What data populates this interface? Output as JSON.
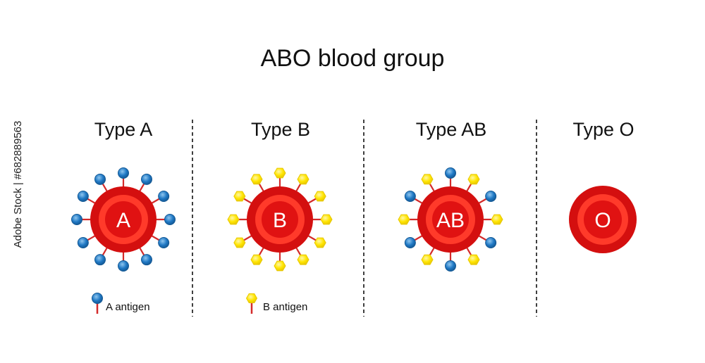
{
  "title": "ABO blood group",
  "watermark": "Adobe Stock | #682889563",
  "colors": {
    "cell_outer": "#d40f0f",
    "cell_ring": "#ff3a2a",
    "cell_center": "#e01212",
    "stalk": "#d42a2a",
    "antigen_a": "#1f78c4",
    "antigen_a_light": "#8fc6ef",
    "antigen_b": "#ffe500",
    "antigen_b_light": "#fff7a6",
    "divider": "#111111"
  },
  "groups": [
    {
      "id": "a",
      "label": "Type A",
      "cell_letter": "A",
      "antigens": "A",
      "legend": {
        "antigen": "A",
        "text": "A antigen"
      }
    },
    {
      "id": "b",
      "label": "Type B",
      "cell_letter": "B",
      "antigens": "B",
      "legend": {
        "antigen": "B",
        "text": "B antigen"
      }
    },
    {
      "id": "ab",
      "label": "Type AB",
      "cell_letter": "AB",
      "antigens": "AB"
    },
    {
      "id": "o",
      "label": "Type O",
      "cell_letter": "O",
      "antigens": "none"
    }
  ]
}
